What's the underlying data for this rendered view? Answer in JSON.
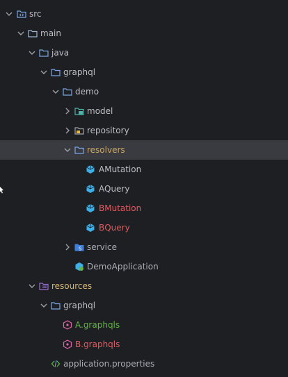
{
  "tree": {
    "nodes": [
      {
        "label": "src",
        "icon": "source-folder-icon",
        "chevron": "down",
        "color": "#d5b77a"
      },
      {
        "label": "main",
        "icon": "folder-icon",
        "chevron": "down",
        "color": "#d5b77a"
      },
      {
        "label": "java",
        "icon": "folder-icon",
        "chevron": "down",
        "color": "#d5b77a"
      },
      {
        "label": "graphql",
        "icon": "package-folder-icon",
        "chevron": "down",
        "color": "#d5b77a"
      },
      {
        "label": "demo",
        "icon": "package-folder-icon",
        "chevron": "down",
        "color": "#d5b77a"
      },
      {
        "label": "model",
        "icon": "model-package-icon",
        "chevron": "right",
        "color": "#bcbec4"
      },
      {
        "label": "repository",
        "icon": "repository-package-icon",
        "chevron": "right",
        "color": "#a9acb3"
      },
      {
        "label": "resolvers",
        "icon": "folder-icon",
        "chevron": "down",
        "color": "#d5b77a",
        "selected": true
      },
      {
        "label": "AMutation",
        "icon": "graphql-class-icon",
        "color": "#bcbec4"
      },
      {
        "label": "AQuery",
        "icon": "graphql-class-icon",
        "color": "#bcbec4"
      },
      {
        "label": "BMutation",
        "icon": "graphql-class-icon",
        "color": "#e05c62"
      },
      {
        "label": "BQuery",
        "icon": "graphql-class-icon",
        "color": "#e05c62"
      },
      {
        "label": "service",
        "icon": "service-package-icon",
        "chevron": "right",
        "color": "#a9acb3"
      },
      {
        "label": "DemoApplication",
        "icon": "spring-app-icon",
        "color": "#a9acb3"
      },
      {
        "label": "resources",
        "icon": "resources-folder-icon",
        "chevron": "down",
        "color": "#d5b77a"
      },
      {
        "label": "graphql",
        "icon": "folder-icon",
        "chevron": "down",
        "color": "#d5b77a"
      },
      {
        "label": "A.graphqls",
        "icon": "graphqls-file-icon",
        "color": "#62b543"
      },
      {
        "label": "B.graphqls",
        "icon": "graphqls-file-icon",
        "color": "#e05c62"
      },
      {
        "label": "application.properties",
        "icon": "properties-file-icon",
        "color": "#a9acb3"
      }
    ]
  },
  "colors": {
    "background": "#1e1f22",
    "selection": "#393b40",
    "folder_blue": "#7aa7e6",
    "class_blue": "#3dafe8",
    "resources_purple": "#9b6fd6"
  }
}
